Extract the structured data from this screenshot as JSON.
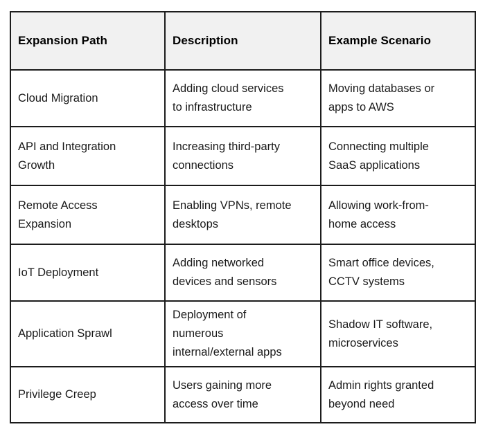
{
  "table": {
    "headers": {
      "path": "Expansion Path",
      "description": "Description",
      "example": "Example Scenario"
    },
    "rows": [
      {
        "path": "Cloud Migration",
        "description": "Adding cloud services\nto infrastructure",
        "example": "Moving databases or\napps to AWS"
      },
      {
        "path": "API and Integration\nGrowth",
        "description": "Increasing third-party\nconnections",
        "example": "Connecting multiple\nSaaS applications"
      },
      {
        "path": "Remote Access\nExpansion",
        "description": "Enabling VPNs, remote\ndesktops",
        "example": "Allowing work-from-\nhome access"
      },
      {
        "path": "IoT Deployment",
        "description": "Adding networked\ndevices and sensors",
        "example": "Smart office devices,\nCCTV systems"
      },
      {
        "path": "Application Sprawl",
        "description": "Deployment of\nnumerous\ninternal/external apps",
        "example": "Shadow IT software,\nmicroservices"
      },
      {
        "path": "Privilege Creep",
        "description": "Users gaining more\naccess over time",
        "example": "Admin rights granted\nbeyond need"
      }
    ],
    "colors": {
      "border": "#1c1c1c",
      "header_background": "#f1f1f1",
      "body_background": "#ffffff",
      "header_text": "#000000",
      "body_text": "#1a1a1a"
    }
  }
}
